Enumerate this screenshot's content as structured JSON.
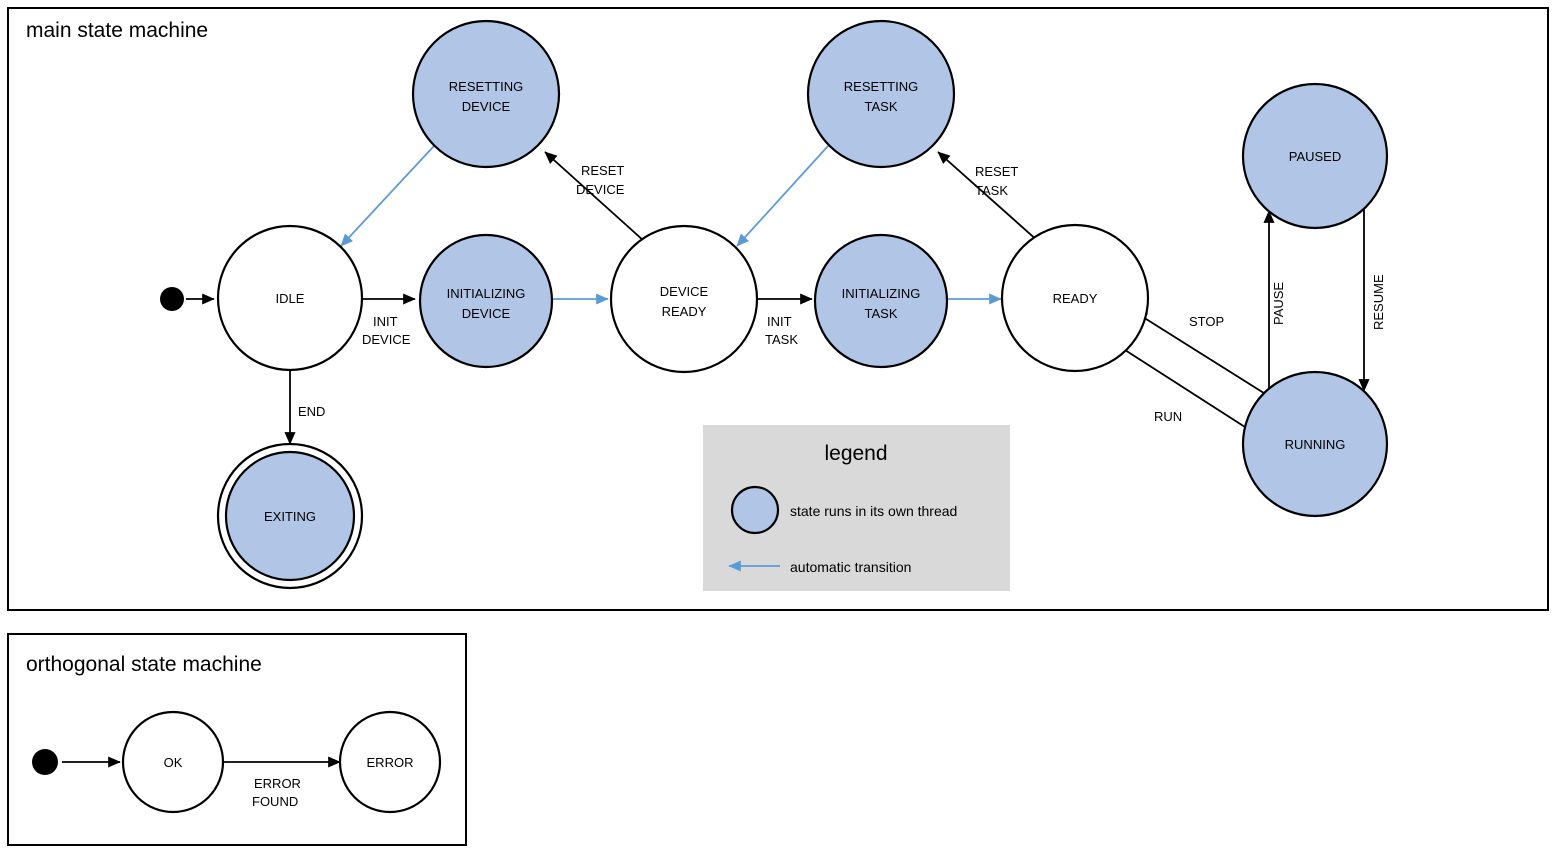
{
  "diagram": {
    "type": "state-machine",
    "colors": {
      "thread_state_fill": "#b1c5e7",
      "plain_state_fill": "#ffffff",
      "stroke": "#000000",
      "auto_transition": "#5b9bd5",
      "legend_background": "#d9d9d9"
    }
  },
  "main": {
    "title": "main state machine",
    "states": [
      {
        "id": "idle",
        "label_line1": "IDLE",
        "label_line2": "",
        "kind": "plain"
      },
      {
        "id": "resetting_device",
        "label_line1": "RESETTING",
        "label_line2": "DEVICE",
        "kind": "thread"
      },
      {
        "id": "initializing_device",
        "label_line1": "INITIALIZING",
        "label_line2": "DEVICE",
        "kind": "thread"
      },
      {
        "id": "device_ready",
        "label_line1": "DEVICE",
        "label_line2": "READY",
        "kind": "plain"
      },
      {
        "id": "resetting_task",
        "label_line1": "RESETTING",
        "label_line2": "TASK",
        "kind": "thread"
      },
      {
        "id": "initializing_task",
        "label_line1": "INITIALIZING",
        "label_line2": "TASK",
        "kind": "thread"
      },
      {
        "id": "ready",
        "label_line1": "READY",
        "label_line2": "",
        "kind": "plain"
      },
      {
        "id": "paused",
        "label_line1": "PAUSED",
        "label_line2": "",
        "kind": "thread"
      },
      {
        "id": "running",
        "label_line1": "RUNNING",
        "label_line2": "",
        "kind": "thread"
      },
      {
        "id": "exiting",
        "label_line1": "EXITING",
        "label_line2": "",
        "kind": "thread-final"
      }
    ],
    "transitions": [
      {
        "from": "start",
        "to": "idle",
        "label_line1": "",
        "label_line2": "",
        "auto": false
      },
      {
        "from": "idle",
        "to": "initializing_device",
        "label_line1": "INIT",
        "label_line2": "DEVICE",
        "auto": false
      },
      {
        "from": "idle",
        "to": "exiting",
        "label_line1": "END",
        "label_line2": "",
        "auto": false
      },
      {
        "from": "initializing_device",
        "to": "device_ready",
        "label_line1": "",
        "label_line2": "",
        "auto": true
      },
      {
        "from": "device_ready",
        "to": "resetting_device",
        "label_line1": "RESET",
        "label_line2": "DEVICE",
        "auto": false
      },
      {
        "from": "resetting_device",
        "to": "idle",
        "label_line1": "",
        "label_line2": "",
        "auto": true
      },
      {
        "from": "device_ready",
        "to": "initializing_task",
        "label_line1": "INIT",
        "label_line2": "TASK",
        "auto": false
      },
      {
        "from": "initializing_task",
        "to": "ready",
        "label_line1": "",
        "label_line2": "",
        "auto": true
      },
      {
        "from": "ready",
        "to": "resetting_task",
        "label_line1": "RESET",
        "label_line2": "TASK",
        "auto": false
      },
      {
        "from": "resetting_task",
        "to": "device_ready",
        "label_line1": "",
        "label_line2": "",
        "auto": true
      },
      {
        "from": "ready",
        "to": "running",
        "label_line1": "RUN",
        "label_line2": "",
        "auto": false
      },
      {
        "from": "running",
        "to": "ready",
        "label_line1": "STOP",
        "label_line2": "",
        "auto": false
      },
      {
        "from": "running",
        "to": "paused",
        "label_line1": "PAUSE",
        "label_line2": "",
        "auto": false
      },
      {
        "from": "paused",
        "to": "running",
        "label_line1": "RESUME",
        "label_line2": "",
        "auto": false
      }
    ],
    "labels": {
      "init_device_1": "INIT",
      "init_device_2": "DEVICE",
      "end": "END",
      "reset_device_1": "RESET",
      "reset_device_2": "DEVICE",
      "init_task_1": "INIT",
      "init_task_2": "TASK",
      "reset_task_1": "RESET",
      "reset_task_2": "TASK",
      "run": "RUN",
      "stop": "STOP",
      "pause": "PAUSE",
      "resume": "RESUME"
    }
  },
  "legend": {
    "title": "legend",
    "items": [
      {
        "icon": "blue-circle-icon",
        "text": "state runs in its own thread"
      },
      {
        "icon": "blue-arrow-icon",
        "text": "automatic transition"
      }
    ]
  },
  "orthogonal": {
    "title": "orthogonal state machine",
    "states": [
      {
        "id": "ok",
        "label": "OK",
        "kind": "plain"
      },
      {
        "id": "error",
        "label": "ERROR",
        "kind": "plain"
      }
    ],
    "transitions": [
      {
        "from": "start",
        "to": "ok",
        "label_line1": "",
        "label_line2": ""
      },
      {
        "from": "ok",
        "to": "error",
        "label_line1": "ERROR",
        "label_line2": "FOUND"
      }
    ],
    "labels": {
      "error_found_1": "ERROR",
      "error_found_2": "FOUND"
    }
  }
}
